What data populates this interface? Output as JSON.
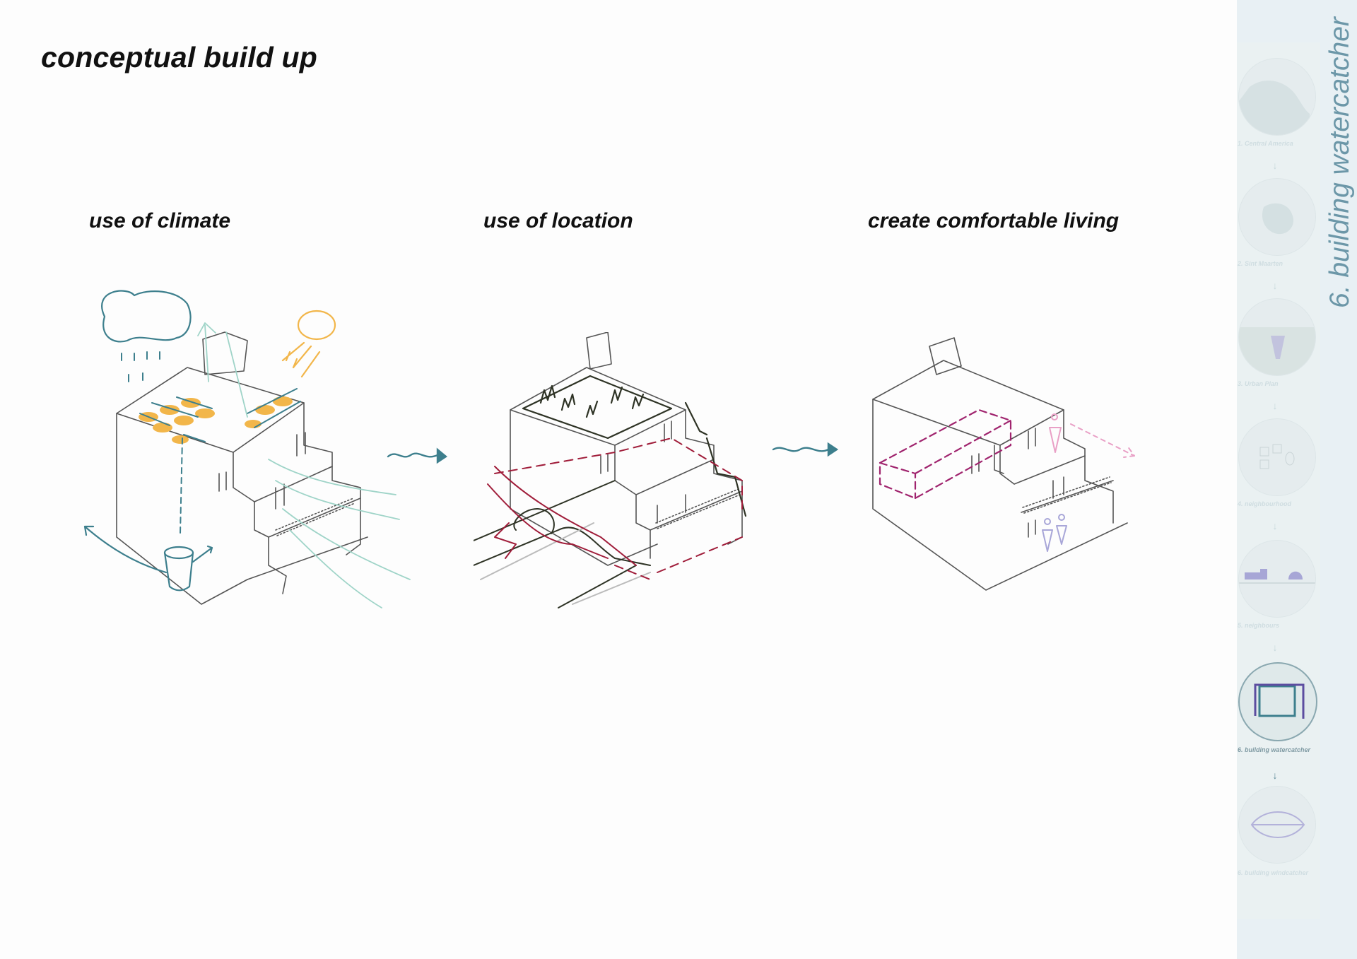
{
  "page": {
    "title": "conceptual build up"
  },
  "steps": [
    {
      "heading": "use of climate"
    },
    {
      "heading": "use of location"
    },
    {
      "heading": "create comfortable living"
    }
  ],
  "sidebar": {
    "title": "6. building watercatcher",
    "items": [
      {
        "label": "1. Central America",
        "icon": "map-icon"
      },
      {
        "label": "2. Sint Maarten",
        "icon": "island-icon"
      },
      {
        "label": "3. Urban Plan",
        "icon": "urban-plan-icon"
      },
      {
        "label": "4. neighbourhood",
        "icon": "neighbourhood-icon"
      },
      {
        "label": "5. neighbours",
        "icon": "neighbours-icon"
      },
      {
        "label": "6. building watercatcher",
        "icon": "building-icon",
        "active": true
      },
      {
        "label": "6. building windcatcher",
        "icon": "wind-icon"
      }
    ]
  },
  "colors": {
    "teal": "#3d7f8d",
    "yellow": "#f2b64a",
    "mint": "#9fd4c8",
    "dark_green": "#2e3325",
    "crimson": "#a01d3a",
    "magenta": "#a0246e",
    "pink": "#e9a0c6",
    "lavender": "#a8a6d8",
    "sidebar_bg": "#e8f0f4"
  }
}
